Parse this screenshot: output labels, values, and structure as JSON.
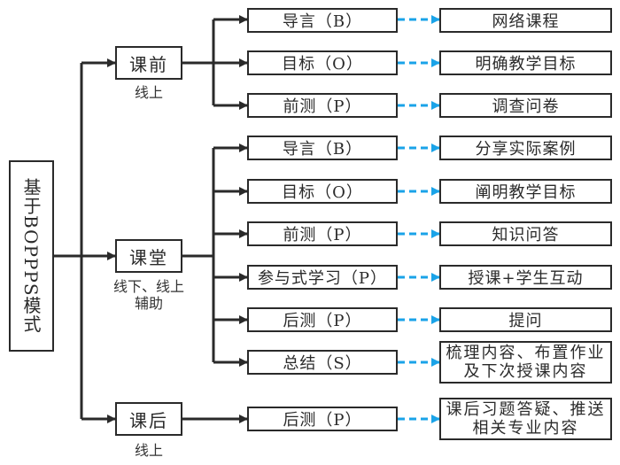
{
  "title": "基于BOPPPS模式",
  "colors": {
    "line": "#2a2a2a",
    "dashed_arrow": "#1aa3e8"
  },
  "stages": [
    {
      "label": "课前",
      "sub": "线上",
      "steps": [
        {
          "label": "导言（B）",
          "detail": "网络课程"
        },
        {
          "label": "目标（O）",
          "detail": "明确教学目标"
        },
        {
          "label": "前测（P）",
          "detail": "调查问卷"
        }
      ]
    },
    {
      "label": "课堂",
      "sub": "线下、线上辅助",
      "sub_lines": [
        "线下、线上",
        "辅助"
      ],
      "steps": [
        {
          "label": "导言（B）",
          "detail": "分享实际案例"
        },
        {
          "label": "目标（O）",
          "detail": "阐明教学目标"
        },
        {
          "label": "前测（P）",
          "detail": "知识问答"
        },
        {
          "label": "参与式学习（P）",
          "detail": "授课+学生互动"
        },
        {
          "label": "后测（P）",
          "detail": "提问"
        },
        {
          "label": "总结（S）",
          "detail": "梳理内容、布置作业及下次授课内容"
        }
      ]
    },
    {
      "label": "课后",
      "sub": "线上",
      "steps": [
        {
          "label": "后测（P）",
          "detail": "课后习题答疑、推送相关专业内容"
        }
      ]
    }
  ]
}
